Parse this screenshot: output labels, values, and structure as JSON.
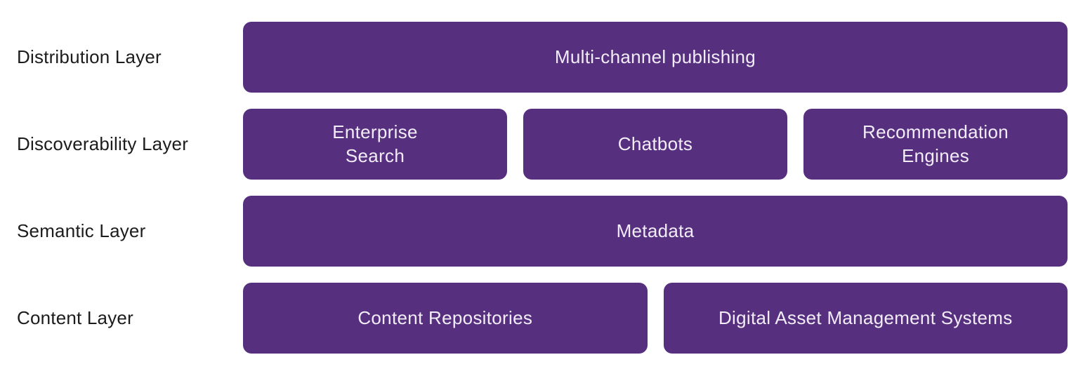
{
  "colors": {
    "box_bg": "#56307f",
    "box_text": "#f1ecf6",
    "label_text": "#1c1c1c",
    "page_bg": "#ffffff"
  },
  "rows": [
    {
      "label": "Distribution Layer",
      "boxes": [
        "Multi-channel publishing"
      ]
    },
    {
      "label": "Discoverability Layer",
      "boxes": [
        "Enterprise\nSearch",
        "Chatbots",
        "Recommendation\nEngines"
      ]
    },
    {
      "label": "Semantic Layer",
      "boxes": [
        "Metadata"
      ]
    },
    {
      "label": "Content Layer",
      "boxes": [
        "Content Repositories",
        "Digital Asset Management Systems"
      ]
    }
  ]
}
